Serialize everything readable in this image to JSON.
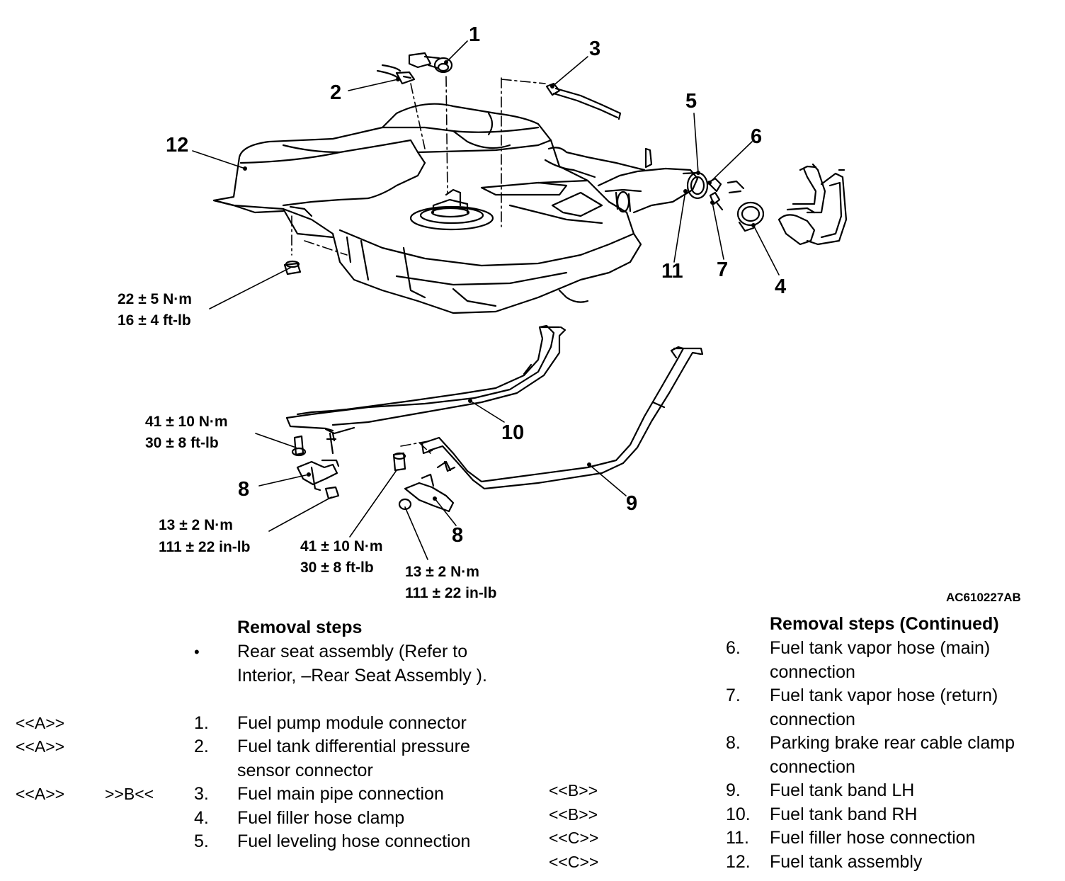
{
  "callouts": [
    {
      "id": "1",
      "label": "1"
    },
    {
      "id": "2",
      "label": "2"
    },
    {
      "id": "3",
      "label": "3"
    },
    {
      "id": "4",
      "label": "4"
    },
    {
      "id": "5",
      "label": "5"
    },
    {
      "id": "6",
      "label": "6"
    },
    {
      "id": "7",
      "label": "7"
    },
    {
      "id": "8a",
      "label": "8"
    },
    {
      "id": "8b",
      "label": "8"
    },
    {
      "id": "9",
      "label": "9"
    },
    {
      "id": "10",
      "label": "10"
    },
    {
      "id": "11",
      "label": "11"
    },
    {
      "id": "12",
      "label": "12"
    }
  ],
  "torques": [
    {
      "id": "t1",
      "metric": "22 ± 5 N·m",
      "imperial": "16 ± 4 ft-lb"
    },
    {
      "id": "t2",
      "metric": "41 ± 10 N·m",
      "imperial": "30 ± 8 ft-lb"
    },
    {
      "id": "t3",
      "metric": "13 ± 2 N·m",
      "imperial": "111 ± 22 in-lb"
    },
    {
      "id": "t4",
      "metric": "41 ± 10 N·m",
      "imperial": "30 ± 8 ft-lb"
    },
    {
      "id": "t5",
      "metric": "13 ± 2 N·m",
      "imperial": "111 ± 22 in-lb"
    }
  ],
  "figure_ref": "AC610227AB",
  "removal_left": {
    "heading": "Removal steps",
    "steps": [
      {
        "code1": "",
        "code2": "",
        "num": "•",
        "text": "Rear seat assembly (Refer to Interior, –Rear Seat Assembly )."
      },
      {
        "code1": "<<A>>",
        "code2": "",
        "num": "1.",
        "text": "Fuel pump module connector"
      },
      {
        "code1": "<<A>>",
        "code2": "",
        "num": "2.",
        "text": "Fuel tank differential pressure sensor connector"
      },
      {
        "code1": "<<A>>",
        "code2": ">>B<<",
        "num": "3.",
        "text": "Fuel main pipe connection"
      },
      {
        "code1": "",
        "code2": "",
        "num": "4.",
        "text": "Fuel filler hose clamp"
      },
      {
        "code1": "",
        "code2": "",
        "num": "5.",
        "text": "Fuel leveling hose connection"
      }
    ]
  },
  "removal_right": {
    "heading": "Removal steps (Continued)",
    "steps": [
      {
        "code": "",
        "num": "6.",
        "text": "Fuel tank vapor hose (main) connection"
      },
      {
        "code": "",
        "num": "7.",
        "text": "Fuel tank vapor hose (return) connection"
      },
      {
        "code": "",
        "num": "8.",
        "text": "Parking brake rear cable clamp connection"
      },
      {
        "code": "<<B>>",
        "num": "9.",
        "text": "Fuel tank band LH"
      },
      {
        "code": "<<B>>",
        "num": "10.",
        "text": "Fuel tank band RH"
      },
      {
        "code": "<<C>>",
        "num": "11.",
        "text": "Fuel filler hose connection"
      },
      {
        "code": "<<C>>",
        "num": "12.",
        "text": "Fuel tank assembly"
      }
    ]
  }
}
